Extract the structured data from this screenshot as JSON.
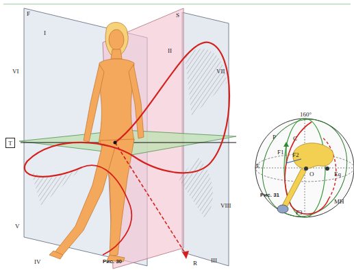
{
  "diagram": {
    "nodes": [
      {
        "text": [
          "T"
        ]
      }
    ],
    "labels": [
      "F",
      "I",
      "VI",
      "S",
      "II",
      "VII",
      "VIII",
      "V",
      "IV",
      "III",
      "R",
      "Рис. 30",
      "160°",
      "P",
      "C",
      "F1",
      "F2",
      "E",
      "O",
      "Eq",
      "MH",
      "F3",
      "Рис. 31"
    ]
  }
}
